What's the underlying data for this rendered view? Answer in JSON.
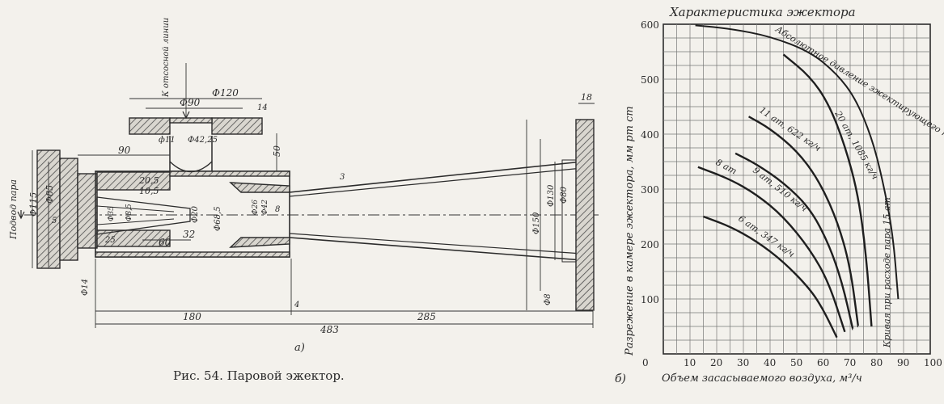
{
  "ejector_drawing": {
    "caption_label": "а)",
    "figure_caption": "Рис. 54. Паровой эжектор.",
    "left_label_steam": "Подвод пара",
    "top_label_line": "К отсосной линии",
    "dims": {
      "d120": "Ф120",
      "d90": "Ф90",
      "d11": "ф11",
      "d42": "Ф42,25",
      "l90": "90",
      "l50": "50",
      "l14": "14",
      "d85": "Ф85",
      "d115": "Ф115",
      "l5": "5",
      "l205": "20,5",
      "l105": "10,5",
      "d35": "Ф35",
      "d85b": "Ф8,5",
      "d20": "Ф20",
      "l60": "60",
      "l32": "32",
      "d685": "Ф68,5",
      "d26": "Ф26",
      "d42b": "Ф42",
      "l8": "8",
      "l3": "3",
      "d130": "Ф130",
      "d80": "Ф80",
      "d150": "Ф150",
      "d8": "Ф8",
      "d14": "Ф14",
      "l25": "25",
      "l18": "18",
      "l180": "180",
      "l285": "285",
      "l483": "483",
      "l4": "4"
    }
  },
  "chart_panel": {
    "title": "Характеристика эжектора",
    "panel_label": "б)",
    "chart_data": {
      "type": "line",
      "title": "Характеристика эжектора",
      "xlabel": "Объем засасываемого воздуха, м³/ч",
      "ylabel": "Разрежение в камере эжектора, мм рт ст",
      "xlim": [
        0,
        100
      ],
      "ylim": [
        0,
        600
      ],
      "x_ticks": [
        0,
        10,
        20,
        30,
        40,
        50,
        60,
        70,
        80,
        90,
        100
      ],
      "y_ticks": [
        100,
        200,
        300,
        400,
        500,
        600
      ],
      "grid": true,
      "series": [
        {
          "name": "6 ат, 347 кг/ч",
          "x": [
            15,
            25,
            35,
            45,
            55,
            60,
            65
          ],
          "y": [
            250,
            232,
            205,
            168,
            118,
            80,
            30
          ]
        },
        {
          "name": "8 ат",
          "x": [
            13,
            25,
            35,
            45,
            55,
            62,
            68
          ],
          "y": [
            340,
            318,
            290,
            250,
            190,
            130,
            40
          ]
        },
        {
          "name": "9 ат, 510 кг/ч",
          "x": [
            27,
            35,
            45,
            55,
            62,
            67,
            71
          ],
          "y": [
            365,
            345,
            312,
            265,
            200,
            130,
            45
          ]
        },
        {
          "name": "11 ат, 622 кг/ч",
          "x": [
            32,
            40,
            50,
            58,
            65,
            70,
            73
          ],
          "y": [
            432,
            410,
            370,
            318,
            245,
            160,
            50
          ]
        },
        {
          "name": "20 ат, 1085 кг/ч",
          "x": [
            45,
            55,
            62,
            68,
            73,
            76,
            78
          ],
          "y": [
            545,
            505,
            455,
            380,
            290,
            180,
            50
          ]
        },
        {
          "name": "Абсолютное давление эжектирующего пара",
          "x": [
            12,
            25,
            40,
            55,
            65,
            72,
            78,
            82,
            86,
            88
          ],
          "y": [
            598,
            592,
            578,
            550,
            510,
            465,
            395,
            320,
            220,
            100
          ]
        }
      ],
      "annotations": [
        "Абсолютное давление эжектирующего пара",
        "20 ат, 1085 кг/ч",
        "11 ат, 622 кг/ч",
        "9 ат, 510 кг/ч",
        "8 ат",
        "6 ат, 347 кг/ч",
        "Кривая при расходе пара 15 ат"
      ]
    }
  }
}
